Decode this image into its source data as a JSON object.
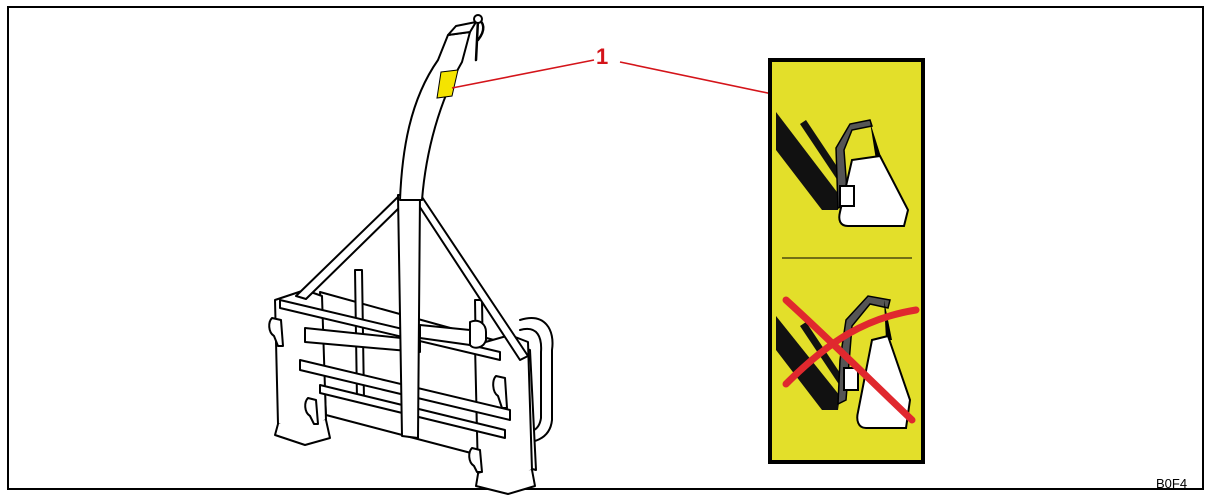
{
  "callout": {
    "number": "1",
    "color": "#d4141a"
  },
  "figure_code": "B0F4",
  "colors": {
    "label_yellow": "#e3df2a",
    "highlight_yellow": "#f5e400",
    "cross_red": "#e0282e",
    "outline": "#000000"
  },
  "icons": [
    "fork-carriage-frame",
    "hook-correct-icon",
    "hook-incorrect-icon"
  ]
}
